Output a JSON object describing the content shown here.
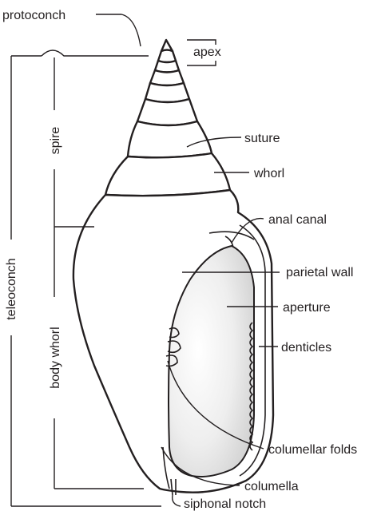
{
  "labels": {
    "protoconch": "protoconch",
    "apex": "apex",
    "spire": "spire",
    "suture": "suture",
    "whorl": "whorl",
    "teleoconch": "teleoconch",
    "anal_canal": "anal canal",
    "parietal_wall": "parietal wall",
    "aperture": "aperture",
    "body_whorl": "body whorl",
    "denticles": "denticles",
    "columellar_folds": "columellar folds",
    "columella": "columella",
    "siphonal_notch": "siphonal notch"
  },
  "colors": {
    "ink": "#231f20",
    "aperture_shade": "#d9d9d9",
    "background": "#ffffff"
  }
}
